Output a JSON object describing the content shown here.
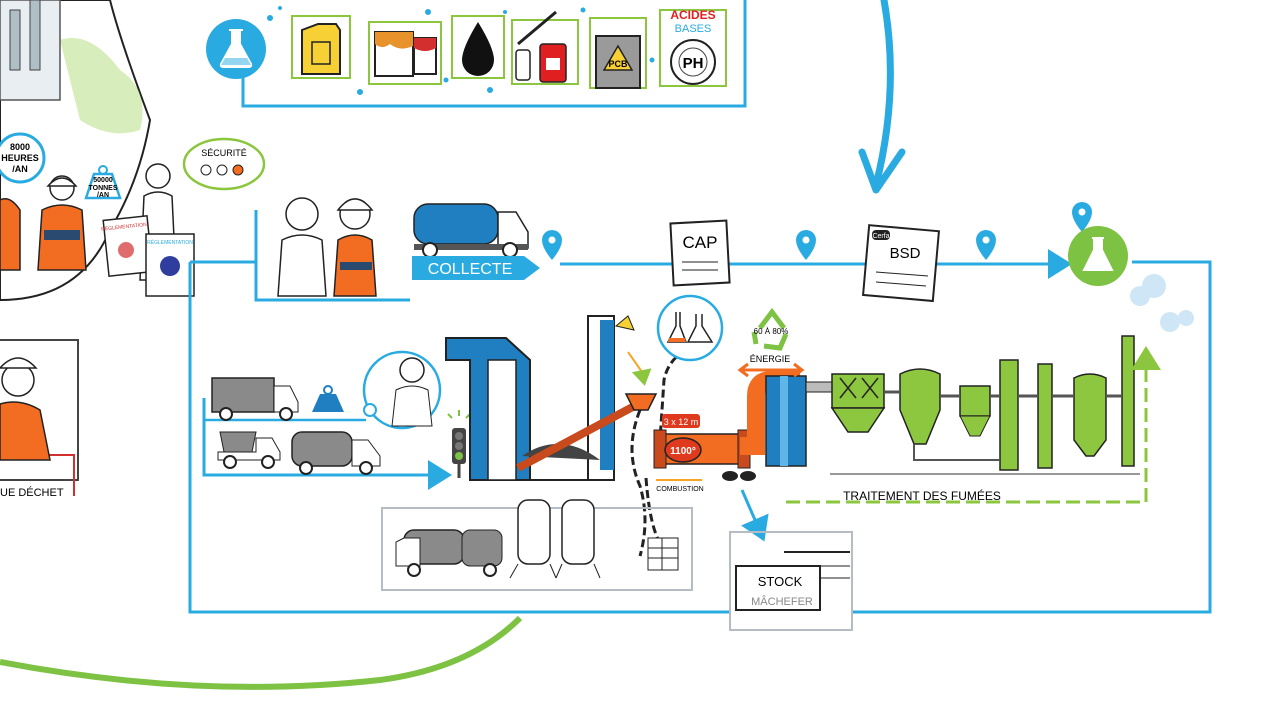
{
  "colors": {
    "flow_blue": "#29abe2",
    "flow_green": "#8cc63f",
    "process_orange": "#f26d21",
    "equipment_green": "#8dc63f",
    "truck_grey": "#8a8a8a",
    "ink": "#222222",
    "flame_red": "#e03a1e"
  },
  "hazard_panel": {
    "lab_icon": "flask-icon",
    "acides": "ACIDES",
    "bases": "BASES",
    "ph": "PH",
    "pcb": "PCB"
  },
  "left_panel": {
    "hours_line1": "8000",
    "hours_line2": "HEURES",
    "hours_line3": "/AN",
    "tonnes_line1": "50000",
    "tonnes_line2": "TONNES",
    "tonnes_line3": "/AN",
    "securite": "SÉCURITÉ",
    "reglementation": "RÉGLEMENTATION",
    "dechet": "UE DÉCHET"
  },
  "flow": {
    "collecte": "COLLECTE",
    "cap": "CAP",
    "bsd": "BSD",
    "cerfa": "Cerfa"
  },
  "plant": {
    "dimensions": "3 x 12 m",
    "temperature": "1100°",
    "combustion": "COMBUSTION",
    "recycle_percent": "60 À 80%",
    "energie": "ÉNERGIE",
    "traitement": "TRAITEMENT DES FUMÉES",
    "stock": "STOCK",
    "machefer": "MÂCHEFER"
  }
}
